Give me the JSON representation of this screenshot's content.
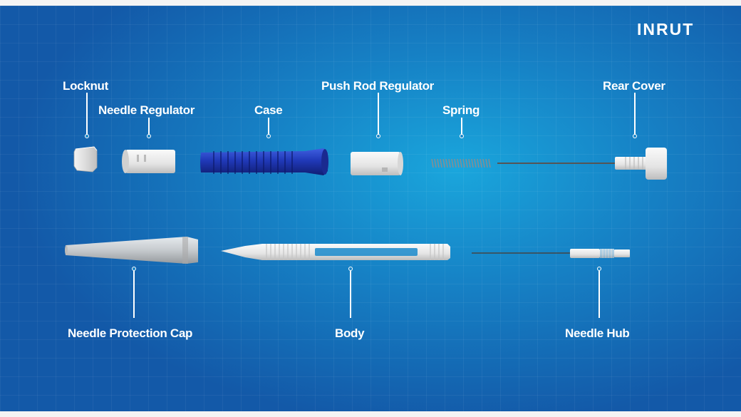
{
  "brand": {
    "logo": "INRUT"
  },
  "labels": {
    "locknut": "Locknut",
    "needle_regulator": "Needle Regulator",
    "case": "Case",
    "push_rod_regulator": "Push Rod Regulator",
    "spring": "Spring",
    "rear_cover": "Rear Cover",
    "needle_protection_cap": "Needle Protection Cap",
    "body": "Body",
    "needle_hub": "Needle Hub"
  }
}
